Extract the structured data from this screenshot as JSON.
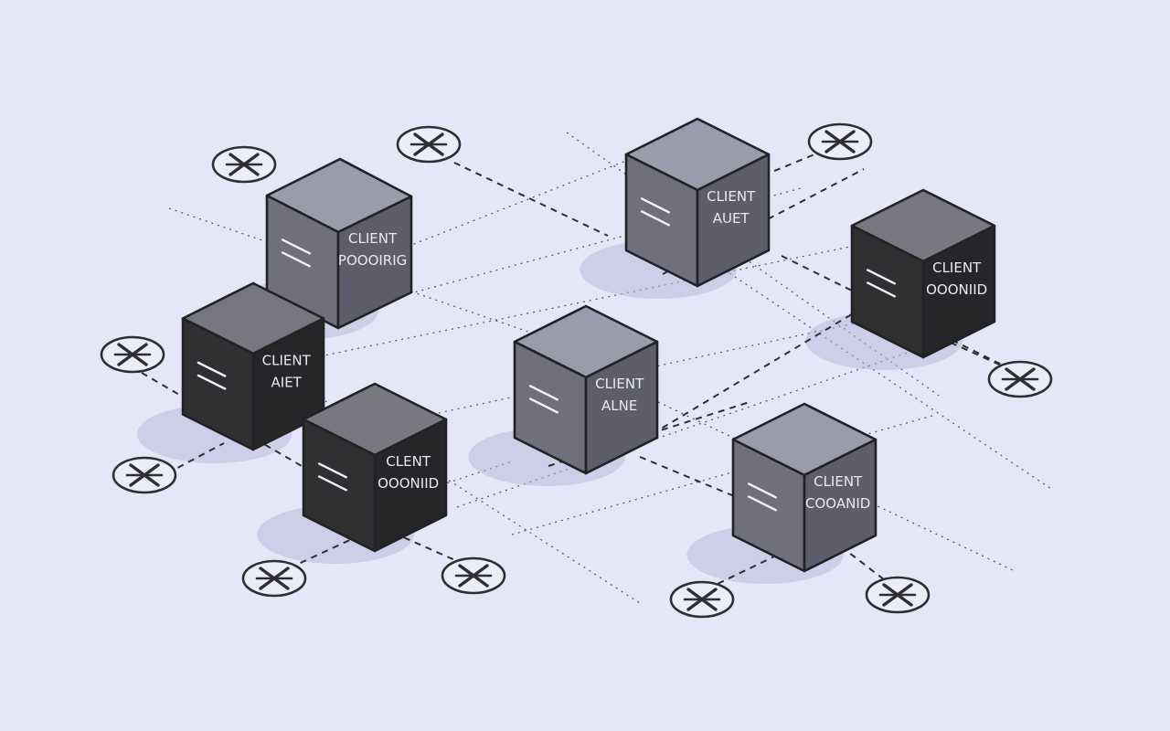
{
  "colors": {
    "background": "#e5e7f9",
    "line": "#2e2e33",
    "shadow": "#b9bcdc",
    "grey_top": "#9a9bad",
    "grey_left": "#6f6f7d",
    "grey_right": "#5d5d6b",
    "dark_top": "#77777f",
    "dark_left": "#303033",
    "dark_right": "#262629",
    "label": "#e9eaf0"
  },
  "boxes": [
    {
      "name": "client-box-1",
      "style": "grey",
      "line1": "CLIENT",
      "line2": "POOOIRIG",
      "icon": "equals-icon"
    },
    {
      "name": "client-box-2",
      "style": "grey",
      "line1": "CLIENT",
      "line2": "AUET",
      "icon": "equals-icon"
    },
    {
      "name": "client-box-3",
      "style": "dark",
      "line1": "CLIENT",
      "line2": "OOONIID",
      "icon": "equals-icon"
    },
    {
      "name": "client-box-4",
      "style": "dark",
      "line1": "CLIENT",
      "line2": "AIET",
      "icon": "equals-icon"
    },
    {
      "name": "client-box-5",
      "style": "grey",
      "line1": "CLIENT",
      "line2": "ALNE",
      "icon": "equals-icon"
    },
    {
      "name": "client-box-6",
      "style": "dark",
      "line1": "CLENT",
      "line2": "OOONIID",
      "icon": "equals-icon"
    },
    {
      "name": "client-box-7",
      "style": "grey",
      "line1": "CLIENT",
      "line2": "COOANID",
      "icon": "equals-icon"
    }
  ],
  "nodes": [
    {
      "name": "cross-node-1",
      "icon": "cross-circle-icon"
    },
    {
      "name": "cross-node-2",
      "icon": "cross-circle-icon"
    },
    {
      "name": "cross-node-3",
      "icon": "cross-circle-icon"
    },
    {
      "name": "cross-node-4",
      "icon": "cross-circle-icon"
    },
    {
      "name": "cross-node-5",
      "icon": "cross-circle-icon"
    },
    {
      "name": "cross-node-6",
      "icon": "cross-circle-icon"
    },
    {
      "name": "cross-node-7",
      "icon": "cross-circle-icon"
    },
    {
      "name": "cross-node-8",
      "icon": "cross-circle-icon"
    },
    {
      "name": "cross-node-9",
      "icon": "cross-circle-icon"
    },
    {
      "name": "cross-node-10",
      "icon": "cross-circle-icon"
    }
  ]
}
